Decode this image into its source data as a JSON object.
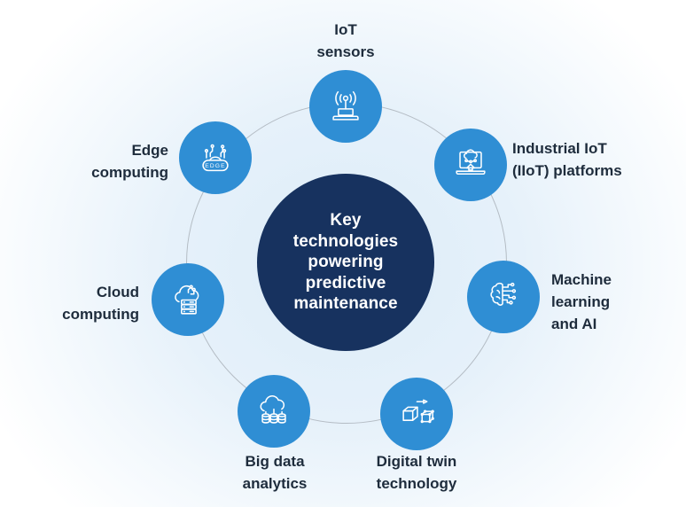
{
  "colors": {
    "node_blue": "#2f8ed4",
    "center_navy": "#17325f",
    "label_text": "#1e2c3c",
    "ring_line": "#b4bcc4",
    "icon_stroke": "#ffffff",
    "background_tint": "#dcecf8"
  },
  "center": {
    "title": "Key\ntechnologies\npowering\npredictive\nmaintenance"
  },
  "nodes": [
    {
      "id": "iot-sensors",
      "label": "IoT\nsensors",
      "icon": "antenna-signal-icon"
    },
    {
      "id": "iiot-platforms",
      "label": "Industrial IoT\n(IIoT) platforms",
      "icon": "laptop-cloud-upload-icon"
    },
    {
      "id": "machine-learning-ai",
      "label": "Machine\nlearning\nand AI",
      "icon": "brain-circuit-icon"
    },
    {
      "id": "digital-twin",
      "label": "Digital twin\ntechnology",
      "icon": "cube-twin-arrow-icon"
    },
    {
      "id": "big-data-analytics",
      "label": "Big data\nanalytics",
      "icon": "cloud-databases-icon"
    },
    {
      "id": "cloud-computing",
      "label": "Cloud\ncomputing",
      "icon": "cloud-server-icon"
    },
    {
      "id": "edge-computing",
      "label": "Edge\ncomputing",
      "icon": "edge-cloud-circuit-icon",
      "icon_text": "EDGE"
    }
  ]
}
